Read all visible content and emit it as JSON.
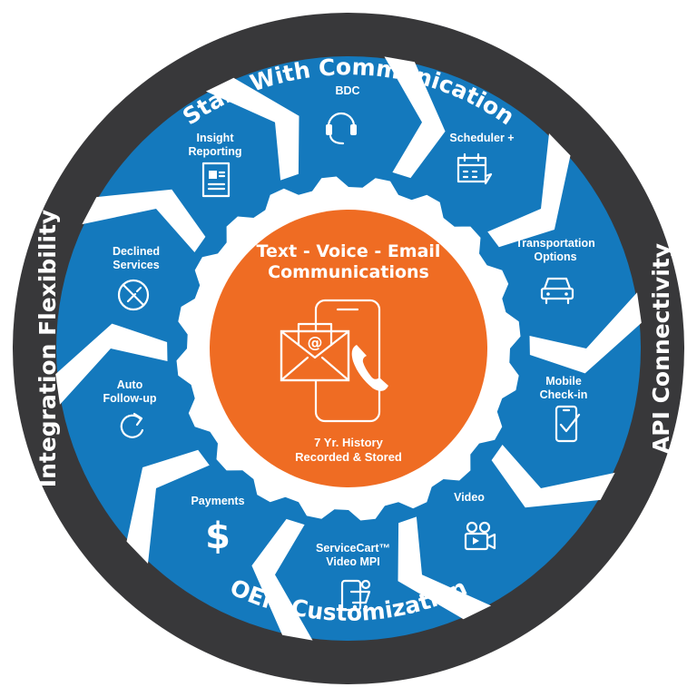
{
  "colors": {
    "outer_ring": "#38383a",
    "blue": "#1479bd",
    "inner_gap": "#ffffff",
    "center": "#ef6c23",
    "text": "#ffffff"
  },
  "ring_labels": {
    "top": "Start With Communication",
    "right": "API Connectivity",
    "bottom": "OEM Customization",
    "left": "Integration Flexibility"
  },
  "center": {
    "title_line1": "Text - Voice - Email",
    "title_line2": "Communications",
    "sub_line1": "7 Yr. History",
    "sub_line2": "Recorded & Stored",
    "icon": "email-phone-icon"
  },
  "segments": [
    {
      "lines": [
        "BDC"
      ],
      "icon": "headset-icon"
    },
    {
      "lines": [
        "Scheduler +"
      ],
      "icon": "calendar-icon"
    },
    {
      "lines": [
        "Transportation",
        "Options"
      ],
      "icon": "car-icon"
    },
    {
      "lines": [
        "Mobile",
        "Check-in"
      ],
      "icon": "phone-check-icon"
    },
    {
      "lines": [
        "Video"
      ],
      "icon": "video-camera-icon"
    },
    {
      "lines": [
        "ServiceCart™",
        "Video MPI"
      ],
      "icon": "service-cart-icon"
    },
    {
      "lines": [
        "Payments"
      ],
      "icon": "dollar-icon"
    },
    {
      "lines": [
        "Auto",
        "Follow-up"
      ],
      "icon": "refresh-icon"
    },
    {
      "lines": [
        "Declined",
        "Services"
      ],
      "icon": "no-tools-icon"
    },
    {
      "lines": [
        "Insight",
        "Reporting"
      ],
      "icon": "report-icon"
    }
  ]
}
